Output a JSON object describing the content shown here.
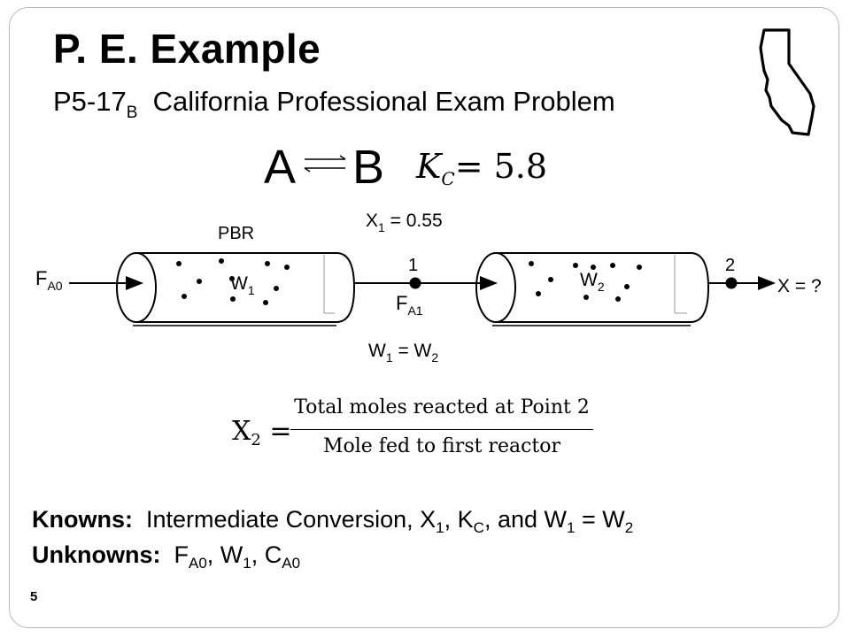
{
  "slide": {
    "title": "P. E. Example",
    "subtitle_main": "P5-17",
    "subtitle_sub": "B",
    "subtitle_rest": "California Professional Exam Problem",
    "page_number": "5"
  },
  "reaction": {
    "reactant": "A",
    "product": "B",
    "kc_symbol": "K",
    "kc_sub": "C",
    "kc_value": "= 5.8"
  },
  "diagram": {
    "reactor_label": "PBR",
    "x1_main": "X",
    "x1_sub": "1",
    "x1_rest": " = 0.55",
    "feed_main": "F",
    "feed_sub": "A0",
    "w1_main": "W",
    "w1_sub": "1",
    "w2_main": "W",
    "w2_sub": "2",
    "point1": "1",
    "point2": "2",
    "fa1_main": "F",
    "fa1_sub": "A1",
    "eq_w1_main": "W",
    "eq_w1_sub": "1",
    "eq_mid": " = W",
    "eq_w2_sub": "2",
    "outlet_label": "X = ?"
  },
  "equation": {
    "lhs_main": "X",
    "lhs_sub": "2",
    "equals": "=",
    "numerator": "Total moles reacted at Point 2",
    "denominator": "Mole fed to first reactor"
  },
  "knowns": {
    "label": "Knowns:",
    "text1": "  Intermediate Conversion, X",
    "x_sub": "1",
    "text2": ", K",
    "k_sub": "C",
    "text3": ", and W",
    "w1_sub": "1",
    "text4": " = W",
    "w2_sub": "2"
  },
  "unknowns": {
    "label": "Unknowns:",
    "text1": "  F",
    "f_sub": "A0",
    "text2": ", W",
    "w_sub": "1",
    "text3": ", C",
    "c_sub": "A0"
  }
}
